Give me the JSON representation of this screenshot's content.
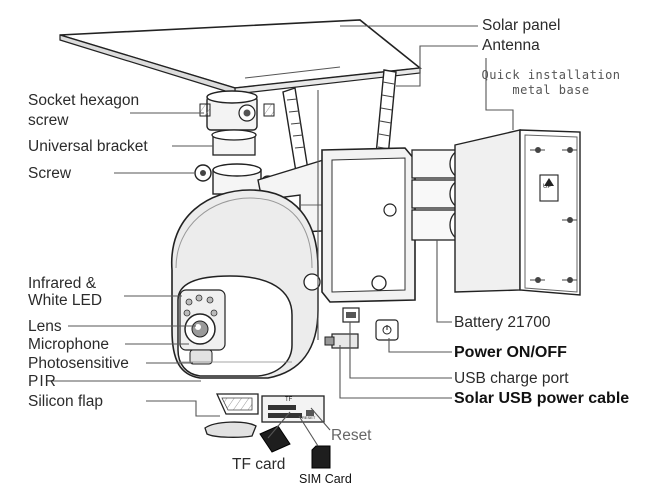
{
  "labels": {
    "solar_panel": "Solar panel",
    "antenna": "Antenna",
    "socket_hexagon_screw_1": "Socket hexagon",
    "socket_hexagon_screw_2": "screw",
    "universal_bracket": "Universal bracket",
    "screw": "Screw",
    "infrared_1": "Infrared &",
    "infrared_2": "White LED",
    "lens": "Lens",
    "microphone": "Microphone",
    "photosensitive": "Photosensitive",
    "pir": "PIR",
    "silicon_flap": "Silicon flap",
    "battery": "Battery 21700",
    "power": "Power ON/OFF",
    "usb_port": "USB charge port",
    "solar_cable": "Solar USB power cable",
    "reset": "Reset",
    "tf_card": "TF card",
    "sim_card": "SIM Card",
    "quick_base_1": "Quick installation",
    "quick_base_2": "metal base"
  },
  "markings": {
    "up_arrow": "UP",
    "slot_label": "TF",
    "reset_small": "RESET"
  },
  "colors": {
    "line": "#2a2a2a",
    "leader": "#555555",
    "fill": "#f7f7f7",
    "shade": "#d9d9d9"
  }
}
